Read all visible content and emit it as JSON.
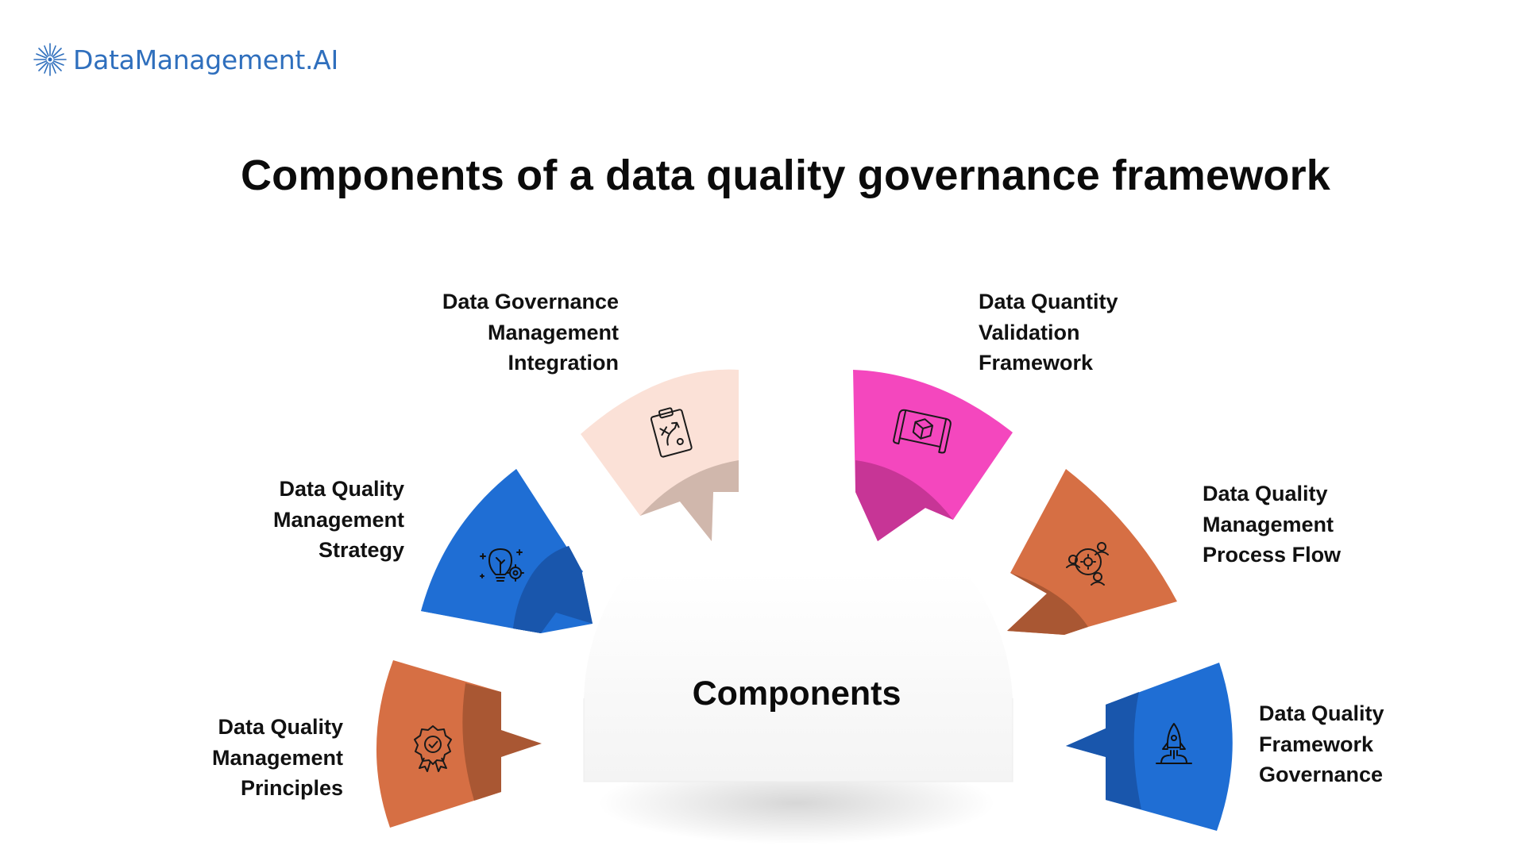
{
  "header": {
    "brand": "DataManagement.AI",
    "brand_icon": "starburst-logo-icon",
    "brand_color": "#2f6fbd"
  },
  "title": "Components of a data quality governance framework",
  "center": {
    "label": "Components"
  },
  "segments": [
    {
      "id": "principles",
      "lines": [
        "Data Quality",
        "Management",
        "Principles"
      ],
      "color": "#d66f44",
      "shade": "#a95733",
      "icon": "award-badge-icon"
    },
    {
      "id": "strategy",
      "lines": [
        "Data Quality",
        "Management",
        "Strategy"
      ],
      "color": "#1f6ed4",
      "shade": "#1956ac",
      "icon": "lightbulb-gear-icon"
    },
    {
      "id": "integration",
      "lines": [
        "Data Governance",
        "Management",
        "Integration"
      ],
      "color": "#fbe1d7",
      "shade": "#d0b7ac",
      "icon": "clipboard-strategy-icon"
    },
    {
      "id": "validation",
      "lines": [
        "Data Quantity",
        "Validation",
        "Framework"
      ],
      "color": "#f447be",
      "shade": "#c73596",
      "icon": "map-cube-icon"
    },
    {
      "id": "process-flow",
      "lines": [
        "Data Quality",
        "Management",
        "Process Flow"
      ],
      "color": "#d66f44",
      "shade": "#a95733",
      "icon": "network-people-icon"
    },
    {
      "id": "governance",
      "lines": [
        "Data Quality",
        "Framework",
        "Governance"
      ],
      "color": "#1f6ed4",
      "shade": "#1956ac",
      "icon": "rocket-launch-icon"
    }
  ]
}
